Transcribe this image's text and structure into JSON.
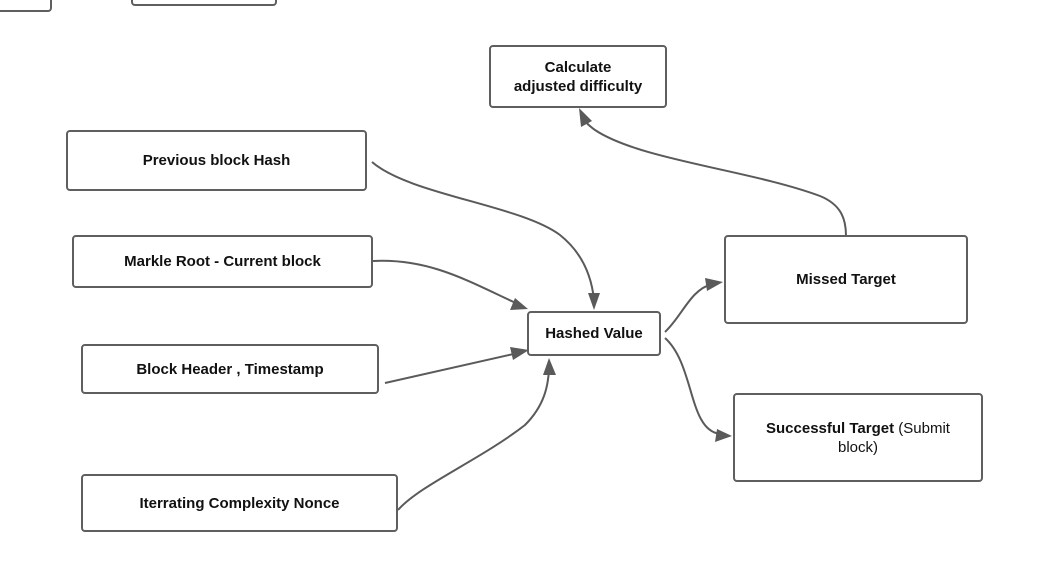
{
  "nodes": {
    "calculate_adjusted_difficulty": "Calculate adjusted difficulty",
    "previous_block_hash": "Previous block Hash",
    "markle_root": "Markle Root - Current block",
    "block_header_timestamp": "Block Header , Timestamp",
    "iterrating_complexity_nonce": "Iterrating Complexity Nonce",
    "hashed_value": "Hashed Value",
    "missed_target": "Missed Target",
    "successful_target_bold": "Successful Target",
    "successful_target_rest": " (Submit block)"
  },
  "colors": {
    "stroke": "#5f5f5f",
    "text": "#111111",
    "background": "#ffffff"
  }
}
